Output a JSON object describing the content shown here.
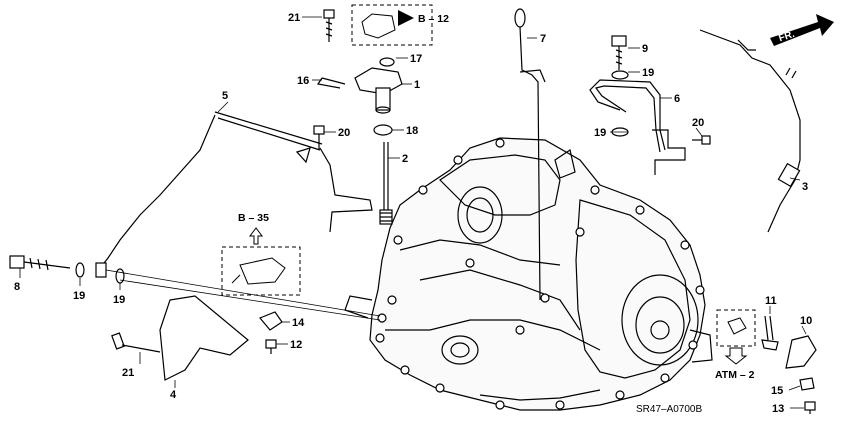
{
  "diagram_code": "SR47–A0700B",
  "direction_label": "FR.",
  "references": [
    {
      "id": "ref-b12",
      "text": "B – 12"
    },
    {
      "id": "ref-b35",
      "text": "B – 35"
    },
    {
      "id": "ref-atm2",
      "text": "ATM – 2"
    }
  ],
  "callouts": [
    {
      "id": "c21a",
      "text": "21"
    },
    {
      "id": "c17",
      "text": "17"
    },
    {
      "id": "c16",
      "text": "16"
    },
    {
      "id": "c1",
      "text": "1"
    },
    {
      "id": "c7",
      "text": "7"
    },
    {
      "id": "c9",
      "text": "9"
    },
    {
      "id": "c19a",
      "text": "19"
    },
    {
      "id": "c6",
      "text": "6"
    },
    {
      "id": "c20b",
      "text": "20"
    },
    {
      "id": "c19b",
      "text": "19"
    },
    {
      "id": "c5",
      "text": "5"
    },
    {
      "id": "c20a",
      "text": "20"
    },
    {
      "id": "c18",
      "text": "18"
    },
    {
      "id": "c2",
      "text": "2"
    },
    {
      "id": "c3",
      "text": "3"
    },
    {
      "id": "c8",
      "text": "8"
    },
    {
      "id": "c19c",
      "text": "19"
    },
    {
      "id": "c19d",
      "text": "19"
    },
    {
      "id": "c14",
      "text": "14"
    },
    {
      "id": "c12",
      "text": "12"
    },
    {
      "id": "c21b",
      "text": "21"
    },
    {
      "id": "c4",
      "text": "4"
    },
    {
      "id": "c11",
      "text": "11"
    },
    {
      "id": "c10",
      "text": "10"
    },
    {
      "id": "c15",
      "text": "15"
    },
    {
      "id": "c13",
      "text": "13"
    }
  ]
}
